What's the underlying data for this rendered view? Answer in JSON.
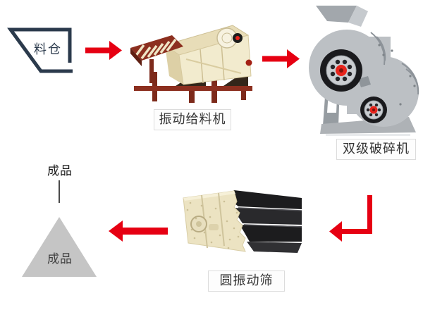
{
  "diagram": {
    "background": "#ffffff",
    "colors": {
      "arrow_red": "#e60012",
      "silo_outline": "#2b3a4c",
      "caption_text": "#333333",
      "caption_border": "#dcdcdc",
      "pile_fill": "#c5c5c5",
      "feeder_cream": "#f2ebce",
      "feeder_maroon": "#8c2f1f",
      "crusher_gray": "#bcc0c4",
      "screen_cream": "#ece3c2",
      "screen_deck_black": "#1c1c1e"
    },
    "nodes": {
      "silo": {
        "label": "料仓",
        "icon": "hopper-outline-icon"
      },
      "feeder": {
        "label": "振动给料机",
        "icon": "vibrating-feeder-photo"
      },
      "crusher": {
        "label": "双级破碎机",
        "icon": "double-stage-crusher-photo"
      },
      "screen": {
        "label": "圆振动筛",
        "icon": "circular-vibrating-screen-photo"
      },
      "product": {
        "callout_label": "成品",
        "pile_label": "成品",
        "icon": "product-pile-triangle"
      }
    },
    "arrows": [
      {
        "name": "silo-to-feeder",
        "direction": "right"
      },
      {
        "name": "feeder-to-crusher",
        "direction": "right"
      },
      {
        "name": "crusher-to-screen",
        "direction": "down-then-left"
      },
      {
        "name": "screen-to-product",
        "direction": "left"
      }
    ]
  }
}
